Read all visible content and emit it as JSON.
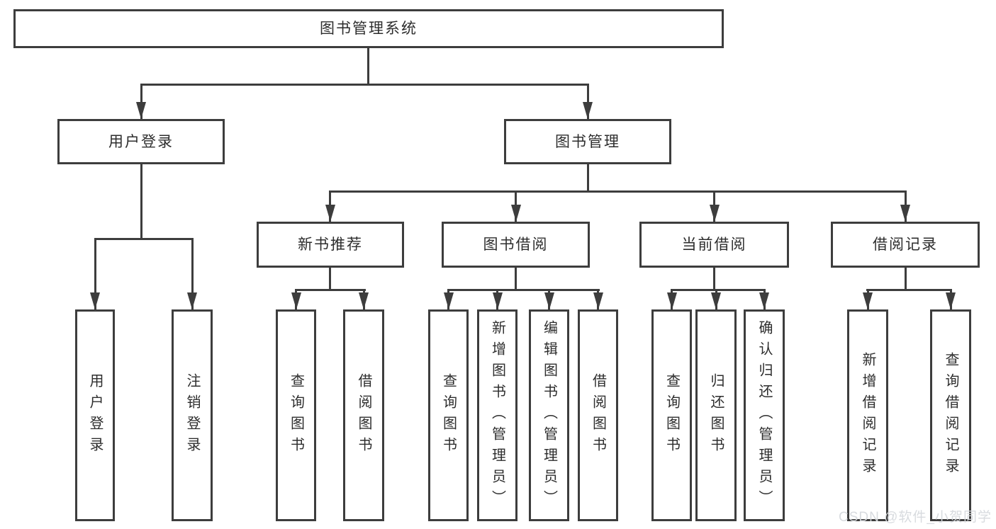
{
  "diagram": {
    "title": "图书管理系统",
    "root": {
      "label": "图书管理系统"
    },
    "level2": [
      {
        "label": "用户登录"
      },
      {
        "label": "图书管理"
      }
    ],
    "level3": [
      {
        "label": "新书推荐"
      },
      {
        "label": "图书借阅"
      },
      {
        "label": "当前借阅"
      },
      {
        "label": "借阅记录"
      }
    ],
    "leaves": [
      {
        "label": "用户登录",
        "parent": "用户登录"
      },
      {
        "label": "注销登录",
        "parent": "用户登录"
      },
      {
        "label": "查询图书",
        "parent": "新书推荐"
      },
      {
        "label": "借阅图书",
        "parent": "新书推荐"
      },
      {
        "label": "查询图书",
        "parent": "图书借阅"
      },
      {
        "label": "新增图书（管理员）",
        "parent": "图书借阅"
      },
      {
        "label": "编辑图书（管理员）",
        "parent": "图书借阅"
      },
      {
        "label": "借阅图书",
        "parent": "图书借阅"
      },
      {
        "label": "查询图书",
        "parent": "当前借阅"
      },
      {
        "label": "归还图书",
        "parent": "当前借阅"
      },
      {
        "label": "确认归还（管理员）",
        "parent": "当前借阅"
      },
      {
        "label": "新增借阅记录",
        "parent": "借阅记录"
      },
      {
        "label": "查询借阅记录",
        "parent": "借阅记录"
      }
    ],
    "watermark": "CSDN @软件_小贺同学",
    "colors": {
      "line": "#3d3d3d",
      "box_border": "#3d3d3d",
      "text": "#2d2d2d",
      "watermark": "#d6d9dd",
      "background": "#ffffff"
    }
  }
}
